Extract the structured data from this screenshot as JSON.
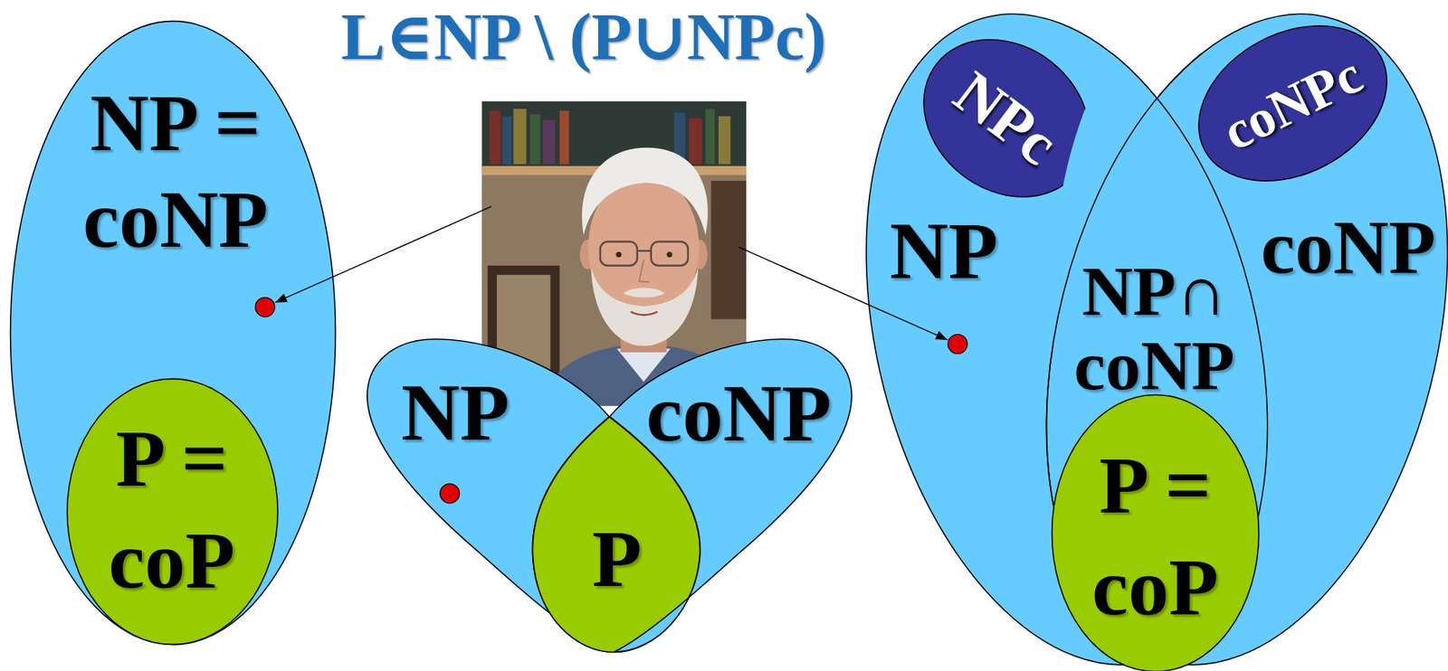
{
  "diagram": {
    "title": "L∈NP \\ (P∪NPc)",
    "nodes": [
      {
        "text": [
          "NP = coNP"
        ]
      },
      {
        "text": [
          "P = coP"
        ],
        "in": 0
      },
      {
        "text": [
          "NP"
        ]
      },
      {
        "text": [
          "coNP"
        ]
      },
      {
        "text": [
          "P"
        ],
        "in": 2
      },
      {
        "text": [
          "NP"
        ]
      },
      {
        "text": [
          "NPc"
        ],
        "in": 5
      },
      {
        "text": [
          "coNP"
        ]
      },
      {
        "text": [
          "coNPc"
        ],
        "in": 7
      },
      {
        "text": [
          "NP∩ coNP"
        ],
        "in": 5
      },
      {
        "text": [
          "P = coP"
        ],
        "in": 9
      }
    ]
  }
}
